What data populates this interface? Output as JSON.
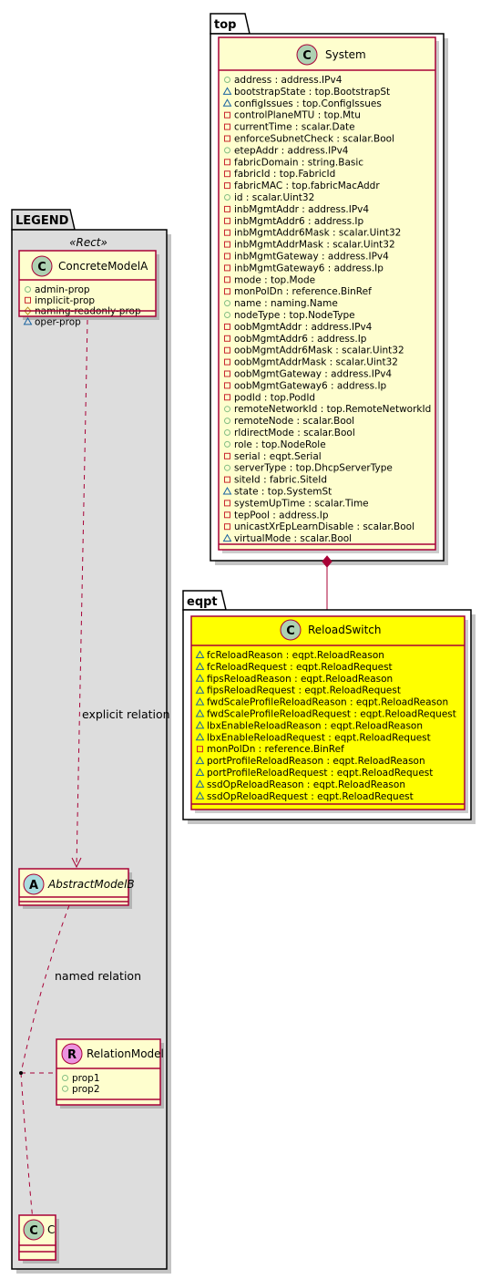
{
  "colors": {
    "class_fill": "#FEFECE",
    "class_border": "#A80036",
    "highlight_fill": "#FFFF00",
    "legend_fill": "#DDDDDD",
    "circle_class": "#ADD1B2",
    "circle_abstract": "#A9DCDF",
    "circle_relation": "#EB93DF",
    "icon_public": "#84BE84",
    "icon_private": "#C82930",
    "icon_protected": "#B38D22",
    "icon_package": "#1963A0",
    "relation_line": "#A80036"
  },
  "packages": {
    "top": "top",
    "eqpt": "eqpt",
    "legend": "LEGEND"
  },
  "system": {
    "letter": "C",
    "name": "System",
    "attrs": [
      {
        "vis": "public",
        "text": "address : address.IPv4"
      },
      {
        "vis": "package",
        "text": "bootstrapState : top.BootstrapSt"
      },
      {
        "vis": "package",
        "text": "configIssues : top.ConfigIssues"
      },
      {
        "vis": "private",
        "text": "controlPlaneMTU : top.Mtu"
      },
      {
        "vis": "private",
        "text": "currentTime : scalar.Date"
      },
      {
        "vis": "private",
        "text": "enforceSubnetCheck : scalar.Bool"
      },
      {
        "vis": "public",
        "text": "etepAddr : address.IPv4"
      },
      {
        "vis": "private",
        "text": "fabricDomain : string.Basic"
      },
      {
        "vis": "private",
        "text": "fabricId : top.FabricId"
      },
      {
        "vis": "private",
        "text": "fabricMAC : top.fabricMacAddr"
      },
      {
        "vis": "public",
        "text": "id : scalar.Uint32"
      },
      {
        "vis": "private",
        "text": "inbMgmtAddr : address.IPv4"
      },
      {
        "vis": "private",
        "text": "inbMgmtAddr6 : address.Ip"
      },
      {
        "vis": "private",
        "text": "inbMgmtAddr6Mask : scalar.Uint32"
      },
      {
        "vis": "private",
        "text": "inbMgmtAddrMask : scalar.Uint32"
      },
      {
        "vis": "private",
        "text": "inbMgmtGateway : address.IPv4"
      },
      {
        "vis": "private",
        "text": "inbMgmtGateway6 : address.Ip"
      },
      {
        "vis": "private",
        "text": "mode : top.Mode"
      },
      {
        "vis": "private",
        "text": "monPolDn : reference.BinRef"
      },
      {
        "vis": "public",
        "text": "name : naming.Name"
      },
      {
        "vis": "public",
        "text": "nodeType : top.NodeType"
      },
      {
        "vis": "private",
        "text": "oobMgmtAddr : address.IPv4"
      },
      {
        "vis": "private",
        "text": "oobMgmtAddr6 : address.Ip"
      },
      {
        "vis": "private",
        "text": "oobMgmtAddr6Mask : scalar.Uint32"
      },
      {
        "vis": "private",
        "text": "oobMgmtAddrMask : scalar.Uint32"
      },
      {
        "vis": "private",
        "text": "oobMgmtGateway : address.IPv4"
      },
      {
        "vis": "private",
        "text": "oobMgmtGateway6 : address.Ip"
      },
      {
        "vis": "private",
        "text": "podId : top.PodId"
      },
      {
        "vis": "public",
        "text": "remoteNetworkId : top.RemoteNetworkId"
      },
      {
        "vis": "public",
        "text": "remoteNode : scalar.Bool"
      },
      {
        "vis": "public",
        "text": "rldirectMode : scalar.Bool"
      },
      {
        "vis": "public",
        "text": "role : top.NodeRole"
      },
      {
        "vis": "private",
        "text": "serial : eqpt.Serial"
      },
      {
        "vis": "public",
        "text": "serverType : top.DhcpServerType"
      },
      {
        "vis": "private",
        "text": "siteId : fabric.SiteId"
      },
      {
        "vis": "package",
        "text": "state : top.SystemSt"
      },
      {
        "vis": "private",
        "text": "systemUpTime : scalar.Time"
      },
      {
        "vis": "private",
        "text": "tepPool : address.Ip"
      },
      {
        "vis": "private",
        "text": "unicastXrEpLearnDisable : scalar.Bool"
      },
      {
        "vis": "package",
        "text": "virtualMode : scalar.Bool"
      }
    ]
  },
  "reload": {
    "letter": "C",
    "name": "ReloadSwitch",
    "attrs": [
      {
        "vis": "package",
        "text": "fcReloadReason : eqpt.ReloadReason"
      },
      {
        "vis": "package",
        "text": "fcReloadRequest : eqpt.ReloadRequest"
      },
      {
        "vis": "package",
        "text": "fipsReloadReason : eqpt.ReloadReason"
      },
      {
        "vis": "package",
        "text": "fipsReloadRequest : eqpt.ReloadRequest"
      },
      {
        "vis": "package",
        "text": "fwdScaleProfileReloadReason : eqpt.ReloadReason"
      },
      {
        "vis": "package",
        "text": "fwdScaleProfileReloadRequest : eqpt.ReloadRequest"
      },
      {
        "vis": "package",
        "text": "lbxEnableReloadReason : eqpt.ReloadReason"
      },
      {
        "vis": "package",
        "text": "lbxEnableReloadRequest : eqpt.ReloadRequest"
      },
      {
        "vis": "private",
        "text": "monPolDn : reference.BinRef"
      },
      {
        "vis": "package",
        "text": "portProfileReloadReason : eqpt.ReloadReason"
      },
      {
        "vis": "package",
        "text": "portProfileReloadRequest : eqpt.ReloadRequest"
      },
      {
        "vis": "package",
        "text": "ssdOpReloadReason : eqpt.ReloadReason"
      },
      {
        "vis": "package",
        "text": "ssdOpReloadRequest : eqpt.ReloadRequest"
      }
    ]
  },
  "legend": {
    "stereotype": "«Rect»",
    "concrete": {
      "letter": "C",
      "name": "ConcreteModelA",
      "attrs": [
        {
          "vis": "public",
          "text": "admin-prop"
        },
        {
          "vis": "private",
          "text": "implicit-prop"
        },
        {
          "vis": "protected",
          "text": "naming-readonly-prop"
        },
        {
          "vis": "package",
          "text": "oper-prop"
        }
      ]
    },
    "explicit_label": "explicit relation",
    "abstract": {
      "letter": "A",
      "name": "AbstractModelB"
    },
    "named_label": "named relation",
    "relation": {
      "letter": "R",
      "name": "RelationModel",
      "attrs": [
        {
          "vis": "public",
          "text": "prop1"
        },
        {
          "vis": "public",
          "text": "prop2"
        }
      ]
    },
    "c_class": {
      "letter": "C",
      "name": "C"
    }
  }
}
